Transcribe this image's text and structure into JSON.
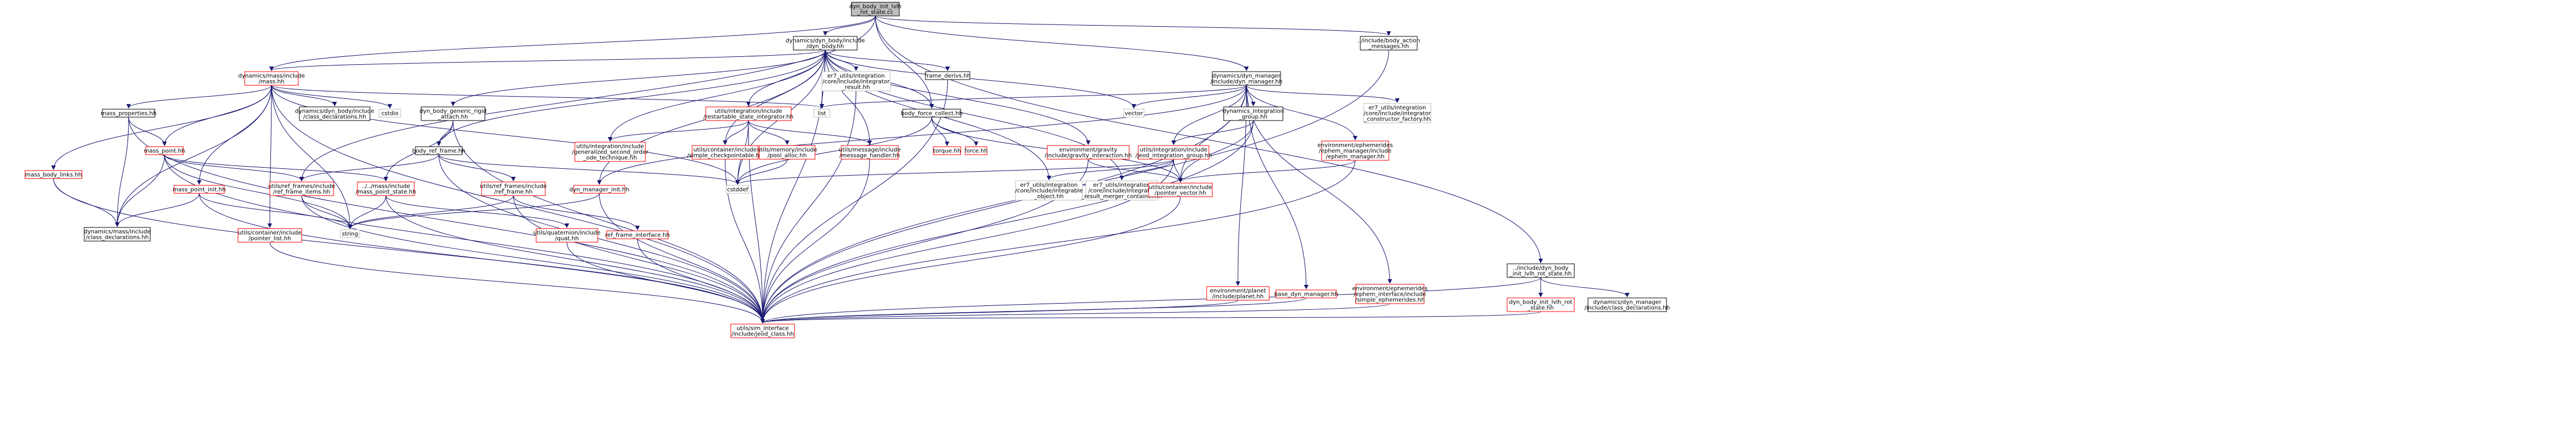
{
  "nodes": {
    "root": {
      "lines": [
        "dyn_body_init_lvlh",
        "_rot_state.cc"
      ],
      "style": "root"
    },
    "dyn_body_hh": {
      "lines": [
        "dynamics/dyn_body/include",
        "/dyn_body.hh"
      ],
      "style": "black"
    },
    "body_action_messages": {
      "lines": [
        "../include/body_action",
        "_messages.hh"
      ],
      "style": "black"
    },
    "init_lvlh_rot_state_hh": {
      "lines": [
        "../include/dyn_body",
        "_init_lvlh_rot_state.hh"
      ],
      "style": "black"
    },
    "mass_hh": {
      "lines": [
        "dynamics/mass/include",
        "/mass.hh"
      ],
      "style": "red"
    },
    "integrator_result": {
      "lines": [
        "er7_utils/integration",
        "/core/include/integrator",
        "_result.hh"
      ],
      "style": "gray"
    },
    "frame_derivs": {
      "lines": [
        "frame_derivs.hh"
      ],
      "style": "black"
    },
    "dyn_manager_hh": {
      "lines": [
        "dynamics/dyn_manager",
        "/include/dyn_manager.hh"
      ],
      "style": "black"
    },
    "mass_properties": {
      "lines": [
        "mass_properties.hh"
      ],
      "style": "black"
    },
    "class_decl_dynbody": {
      "lines": [
        "dynamics/dyn_body/include",
        "/class_declarations.hh"
      ],
      "style": "black"
    },
    "cstdio": {
      "lines": [
        "cstdio"
      ],
      "style": "gray"
    },
    "generic_rigid": {
      "lines": [
        "dyn_body_generic_rigid",
        "_attach.hh"
      ],
      "style": "black"
    },
    "restartable_state": {
      "lines": [
        "utils/integration/include",
        "/restartable_state_integrator.hh"
      ],
      "style": "red"
    },
    "list": {
      "lines": [
        "list"
      ],
      "style": "gray"
    },
    "body_force_collect": {
      "lines": [
        "body_force_collect.hh"
      ],
      "style": "black"
    },
    "vector": {
      "lines": [
        "vector"
      ],
      "style": "gray"
    },
    "dynamics_integration_group": {
      "lines": [
        "dynamics_integration",
        "_group.hh"
      ],
      "style": "black"
    },
    "integrator_constructor_factory": {
      "lines": [
        "er7_utils/integration",
        "/core/include/integrator",
        "_constructor_factory.hh"
      ],
      "style": "gray"
    },
    "mass_body_links": {
      "lines": [
        "mass_body_links.hh"
      ],
      "style": "red"
    },
    "mass_point": {
      "lines": [
        "mass_point.hh"
      ],
      "style": "red"
    },
    "body_ref_frame": {
      "lines": [
        "body_ref_frame.hh"
      ],
      "style": "black"
    },
    "generalized_second_order": {
      "lines": [
        "utils/integration/include",
        "/generalized_second_order",
        "_ode_technique.hh"
      ],
      "style": "red"
    },
    "simple_checkpointable": {
      "lines": [
        "utils/container/include",
        "/simple_checkpointable.hh"
      ],
      "style": "red"
    },
    "pool_alloc": {
      "lines": [
        "utils/memory/include",
        "/pool_alloc.hh"
      ],
      "style": "red"
    },
    "message_handler": {
      "lines": [
        "utils/message/include",
        "/message_handler.hh"
      ],
      "style": "red"
    },
    "torque": {
      "lines": [
        "torque.hh"
      ],
      "style": "red"
    },
    "force": {
      "lines": [
        "force.hh"
      ],
      "style": "red"
    },
    "gravity_interaction": {
      "lines": [
        "environment/gravity",
        "/include/gravity_interaction.hh"
      ],
      "style": "red"
    },
    "jeod_integration_group": {
      "lines": [
        "utils/integration/include",
        "/jeod_integration_group.hh"
      ],
      "style": "red"
    },
    "ephem_manager": {
      "lines": [
        "environment/ephemerides",
        "/ephem_manager/include",
        "/ephem_manager.hh"
      ],
      "style": "red"
    },
    "mass_point_init": {
      "lines": [
        "mass_point_init.hh"
      ],
      "style": "red"
    },
    "ref_frame_items": {
      "lines": [
        "utils/ref_frames/include",
        "/ref_frame_items.hh"
      ],
      "style": "red"
    },
    "mass_point_state": {
      "lines": [
        "../../mass/include",
        "/mass_point_state.hh"
      ],
      "style": "red"
    },
    "ref_frame_hh": {
      "lines": [
        "utils/ref_frames/include",
        "/ref_frame.hh"
      ],
      "style": "red"
    },
    "dyn_manager_init": {
      "lines": [
        "dyn_manager_init.hh"
      ],
      "style": "red"
    },
    "cstddef": {
      "lines": [
        "cstddef"
      ],
      "style": "gray"
    },
    "integrable_object": {
      "lines": [
        "er7_utils/integration",
        "/core/include/integrable",
        "_object.hh"
      ],
      "style": "gray"
    },
    "result_merger_container": {
      "lines": [
        "er7_utils/integration",
        "/core/include/integrator",
        "_result_merger_container.hh"
      ],
      "style": "gray"
    },
    "pointer_vector": {
      "lines": [
        "utils/container/include",
        "/pointer_vector.hh"
      ],
      "style": "red"
    },
    "class_decl_mass": {
      "lines": [
        "dynamics/mass/include",
        "/class_declarations.hh"
      ],
      "style": "black"
    },
    "string": {
      "lines": [
        "string"
      ],
      "style": "gray"
    },
    "pointer_list": {
      "lines": [
        "utils/container/include",
        "/pointer_list.hh"
      ],
      "style": "red"
    },
    "quat": {
      "lines": [
        "utils/quaternion/include",
        "/quat.hh"
      ],
      "style": "red"
    },
    "ref_frame_interface": {
      "lines": [
        "ref_frame_interface.hh"
      ],
      "style": "red"
    },
    "planet": {
      "lines": [
        "environment/planet",
        "/include/planet.hh"
      ],
      "style": "red"
    },
    "base_dyn_manager": {
      "lines": [
        "base_dyn_manager.hh"
      ],
      "style": "red"
    },
    "simple_ephemerides": {
      "lines": [
        "environment/ephemerides",
        "/ephem_interface/include",
        "/simple_ephemerides.hh"
      ],
      "style": "red"
    },
    "init_lvlh_rot_state_hh2": {
      "lines": [
        "dyn_body_init_lvlh_rot",
        "_state.hh"
      ],
      "style": "red"
    },
    "class_decl_dynmanager": {
      "lines": [
        "dynamics/dyn_manager",
        "/include/class_declarations.hh"
      ],
      "style": "black"
    },
    "jeod_class": {
      "lines": [
        "utils/sim_interface",
        "/include/jeod_class.hh"
      ],
      "style": "red"
    }
  },
  "colors": {
    "edge": "#191970",
    "red_border": "#ff0000",
    "black_border": "#000000",
    "gray_border": "#bfbfbf",
    "root_fill": "#bfbfbf",
    "text": "#000000"
  }
}
